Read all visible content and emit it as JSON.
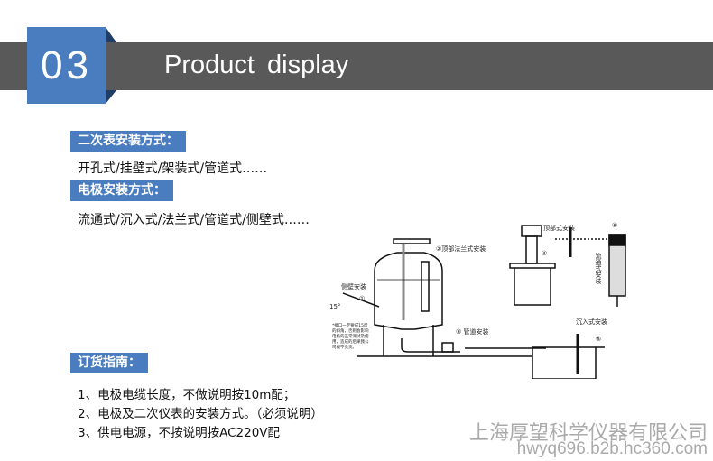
{
  "header": {
    "number": "03",
    "title": "Product  display"
  },
  "sections": [
    {
      "tag": "二次表安装方式：",
      "text": "开孔式/挂壁式/架装式/管道式……"
    },
    {
      "tag": "电极安装方式：",
      "text": "流通式/沉入式/法兰式/管道式/侧壁式……"
    },
    {
      "tag": "订货指南：",
      "items": [
        "1、电极电缆长度，不做说明按10m配；",
        "2、电极及二次仪表的安装方式。（必须说明）",
        "3、供电电源，不按说明按AC220V配"
      ]
    }
  ],
  "diagram": {
    "top_flange": "②顶部法兰式安装",
    "side_wall": "侧壁安装",
    "side_num": "①",
    "angle": "15°",
    "pipe": "③ 管道安装",
    "top_type": "顶部式安装",
    "top_num": "④",
    "flow_num": "⑥",
    "flow": "流通式安装",
    "immersion": "沉入式安装",
    "immersion_num": "⑤",
    "note": [
      "*接口一定要成15度",
      "的斜角，否则会影响",
      "电极的正常测试及使",
      "用，造成的后果我公",
      "司概不负责。"
    ]
  },
  "watermark": {
    "company": "上海厚望科学仪器有限公司",
    "url": "hwyq696.b2b.hc360.com"
  }
}
